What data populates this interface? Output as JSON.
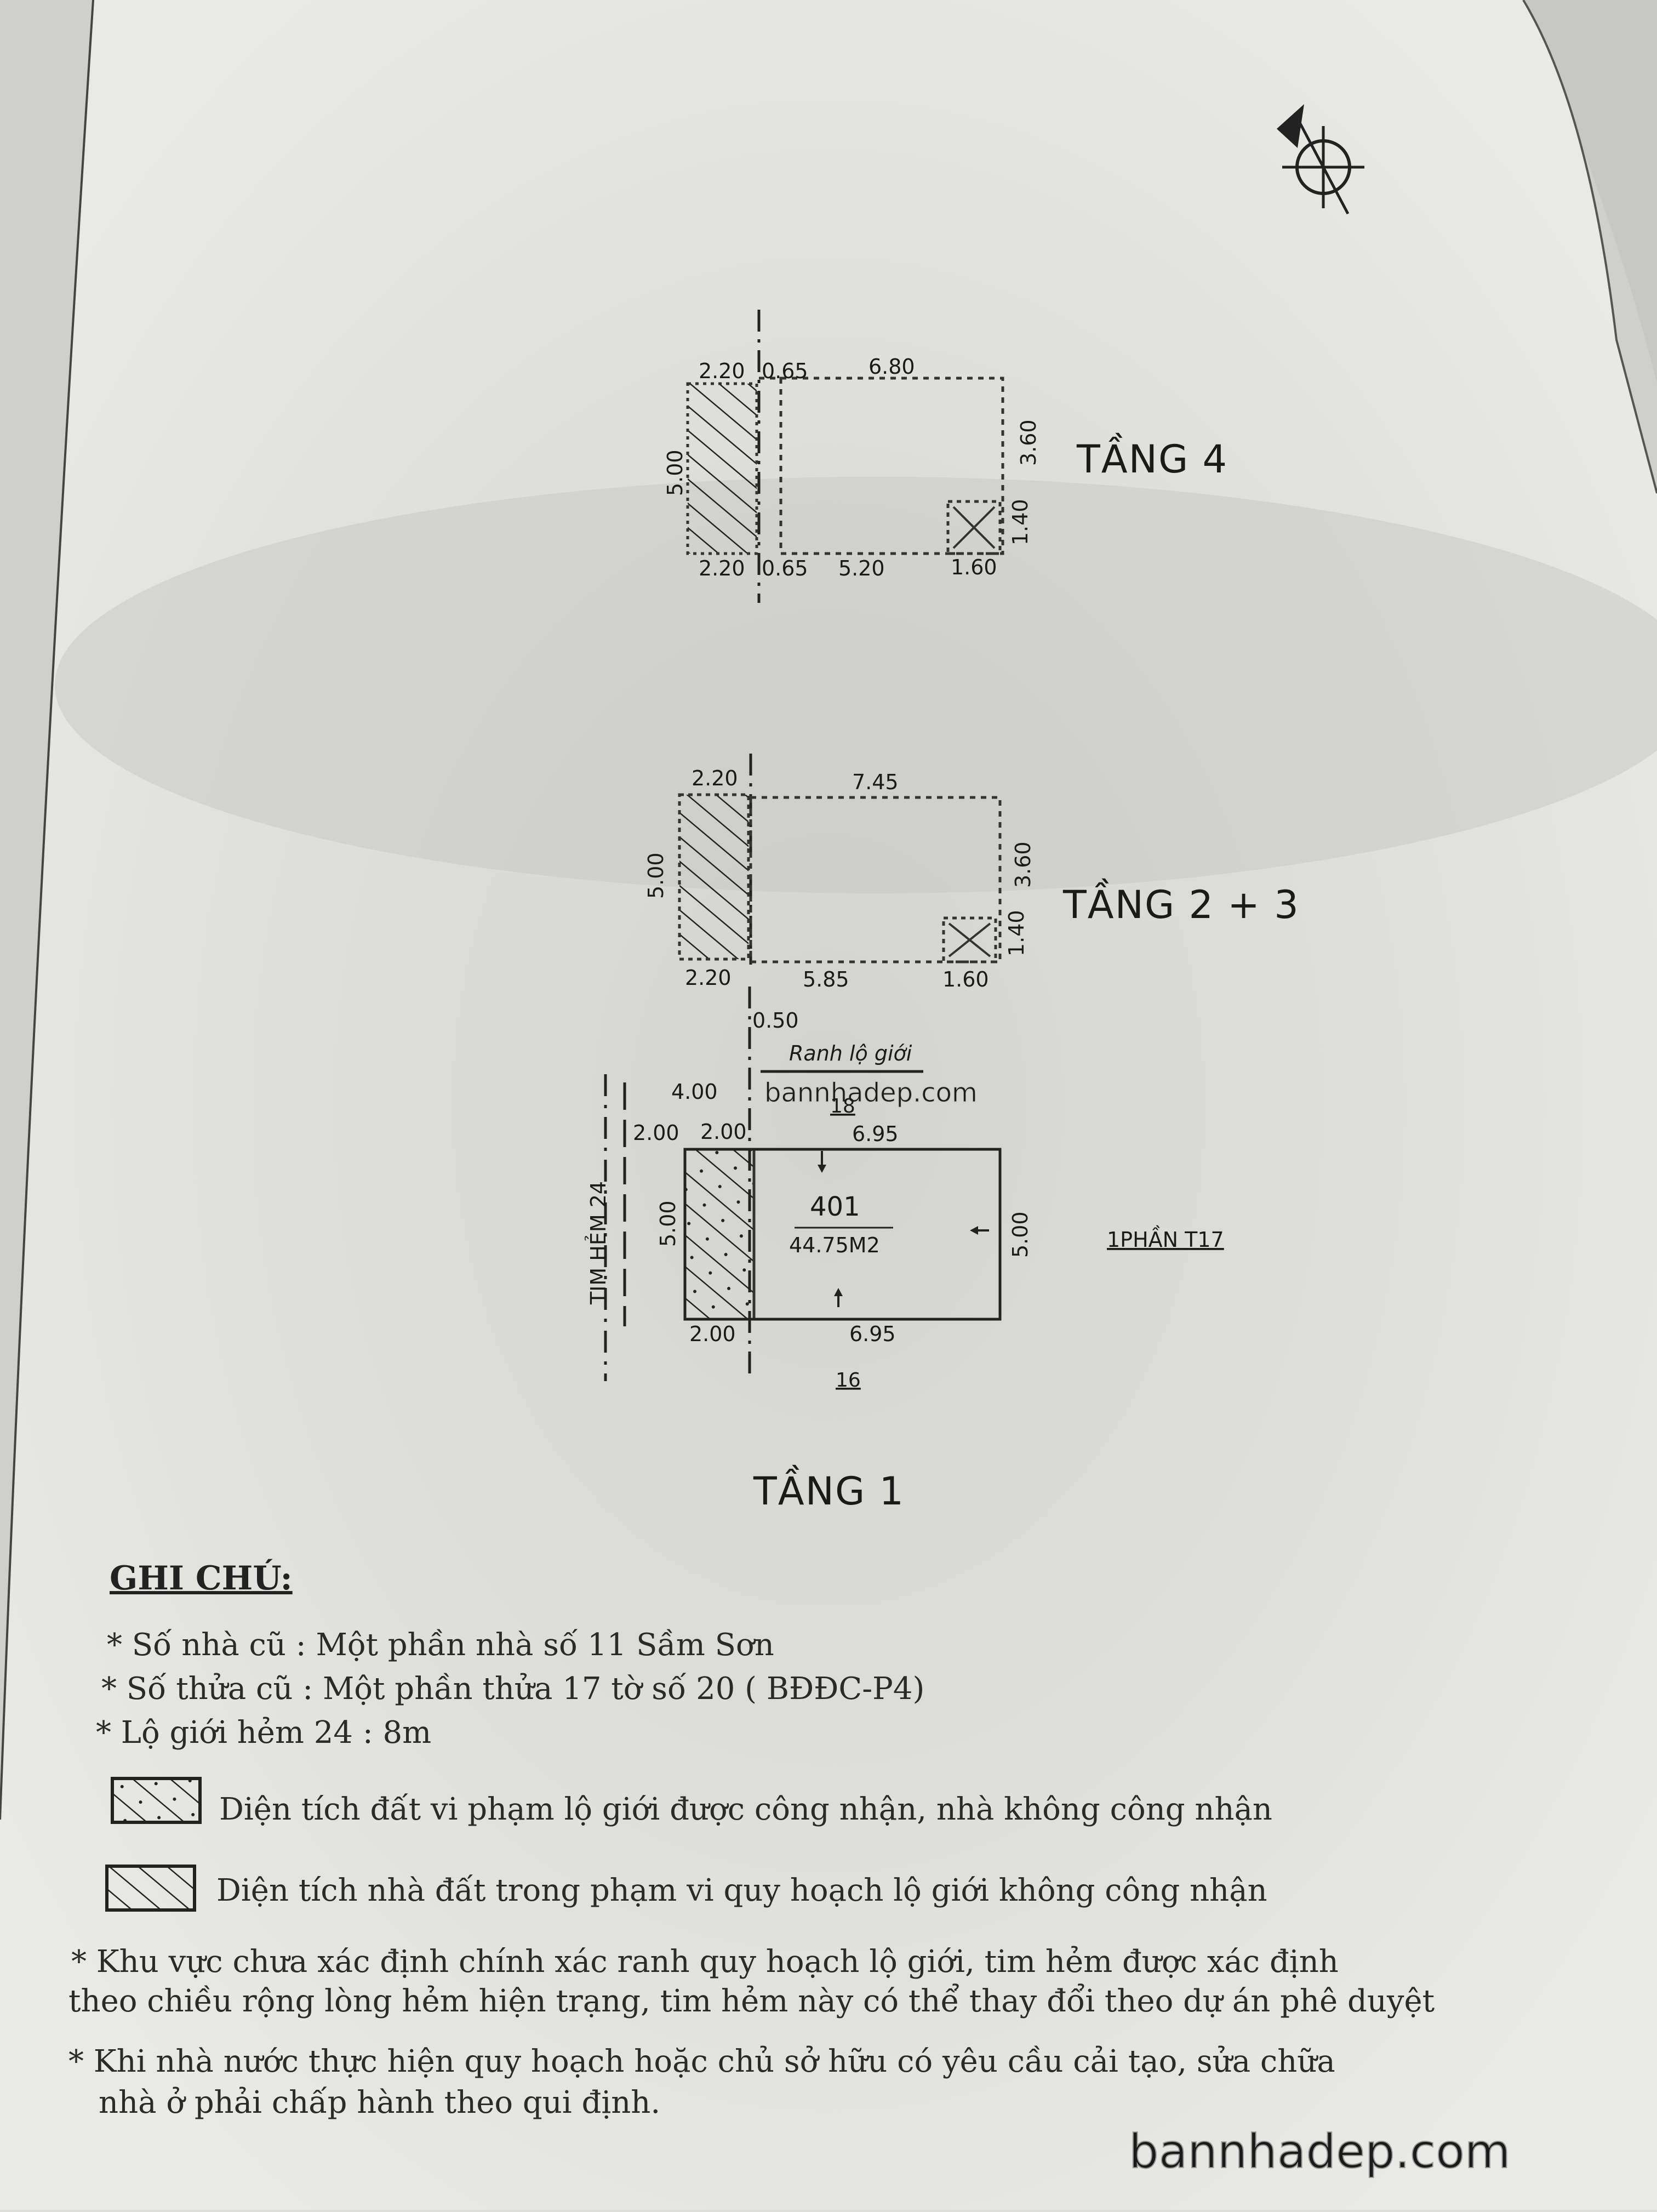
{
  "compass": {
    "icon": "north-arrow-icon"
  },
  "floor4": {
    "label": "TẦNG 4",
    "top_dims": [
      "2.20",
      "0.65",
      "6.80"
    ],
    "bottom_dims": [
      "2.20",
      "0.65",
      "5.20",
      "1.60"
    ],
    "left_dim": "5.00",
    "right_dims": [
      "3.60",
      "1.40"
    ]
  },
  "floor23": {
    "label": "TẦNG 2 + 3",
    "top_dims": [
      "2.20",
      "7.45"
    ],
    "bottom_dims": [
      "2.20",
      "5.85",
      "1.60"
    ],
    "left_dim": "5.00",
    "right_dims": [
      "3.60",
      "1.40"
    ],
    "setback": "0.50"
  },
  "floor1": {
    "label": "TẦNG 1",
    "boundary_label": "Ranh lộ giới",
    "watermark": "bannhadep.com",
    "top_left_dim": "4.00",
    "top_dims": [
      "2.00",
      "2.00",
      "6.95"
    ],
    "neighbor_top": "18",
    "neighbor_bottom": "16",
    "lot_number": "401",
    "area": "44.75M2",
    "left_dim": "5.00",
    "right_dim": "5.00",
    "bottom_dims": [
      "2.00",
      "6.95"
    ],
    "alley_label": "TIM  HẺM 24",
    "right_neighbor": "1PHẦN T17"
  },
  "notes": {
    "heading": "GHI CHÚ:",
    "lines": [
      "* Số nhà cũ : Một phần nhà số 11 Sầm Sơn",
      "* Số thửa cũ : Một phần thửa 17 tờ số 20 ( BĐĐC-P4)",
      "* Lộ giới hẻm 24 :  8m"
    ],
    "legend": [
      {
        "pattern": "hatch-dotted",
        "text": "Diện  tích  đất vi phạm lộ giới được công nhận, nhà không công nhận"
      },
      {
        "pattern": "hatch",
        "text": "Diện tích nhà đất trong phạm vi quy hoạch lộ giới không công nhận"
      }
    ],
    "paragraphs": [
      "* Khu vực chưa xác định chính xác ranh quy hoạch lộ giới, tim hẻm được xác định",
      "theo chiều rộng lòng hẻm hiện trạng, tim hẻm này có thể thay đổi theo dự án phê duyệt",
      "* Khi nhà nước thực hiện quy hoạch hoặc chủ sở hữu có yêu cầu cải tạo, sửa chữa",
      "nhà ở phải chấp hành theo qui định."
    ]
  },
  "footer_watermark": "bannhadep.com"
}
